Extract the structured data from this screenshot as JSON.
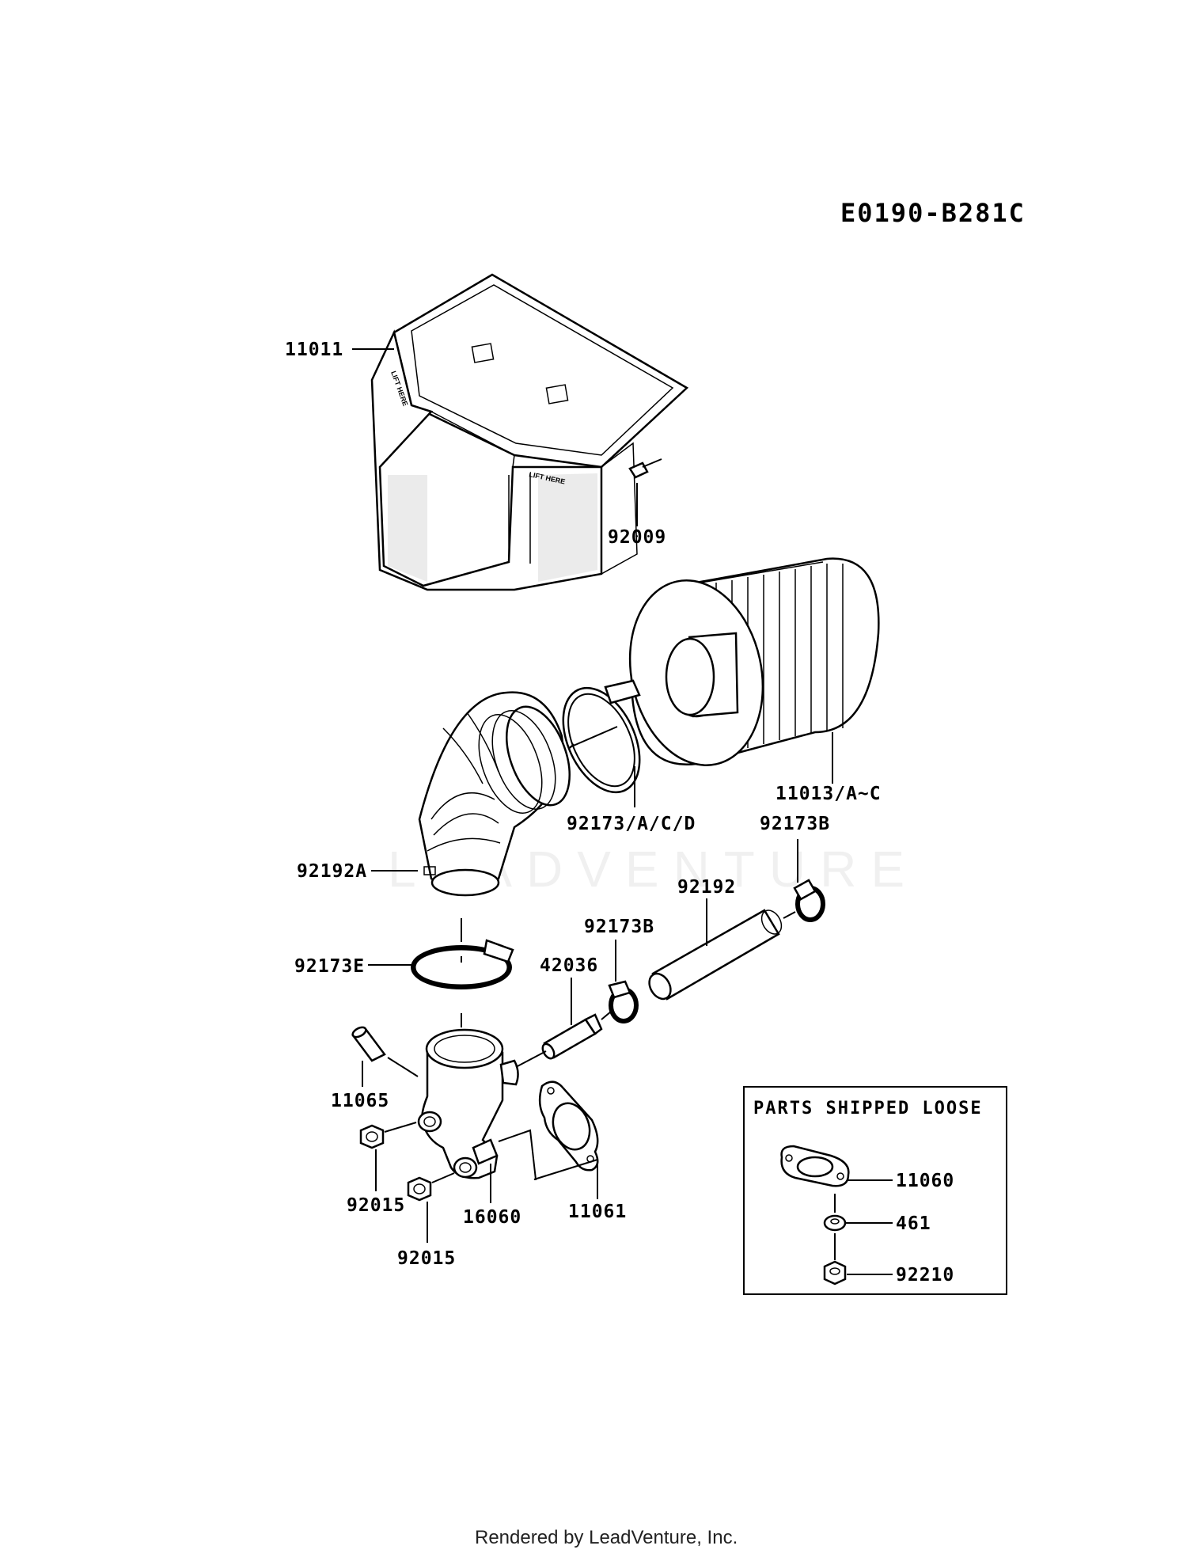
{
  "diagram_code": "E0190-B281C",
  "watermark": "LEADVENTURE",
  "footer": "Rendered by LeadVenture, Inc.",
  "embossed_text": "LIFT HERE",
  "labels": {
    "p11011": "11011",
    "p92009": "92009",
    "p11013": "11013/A~C",
    "p92173acd": "92173/A/C/D",
    "p92173b_top": "92173B",
    "p92192a": "92192A",
    "p92192": "92192",
    "p92173b_mid": "92173B",
    "p92173e": "92173E",
    "p42036": "42036",
    "p11065": "11065",
    "p92015_a": "92015",
    "p92015_b": "92015",
    "p16060": "16060",
    "p11061": "11061"
  },
  "loose_box": {
    "title": "PARTS SHIPPED LOOSE",
    "p11060": "11060",
    "p461": "461",
    "p92210": "92210"
  }
}
